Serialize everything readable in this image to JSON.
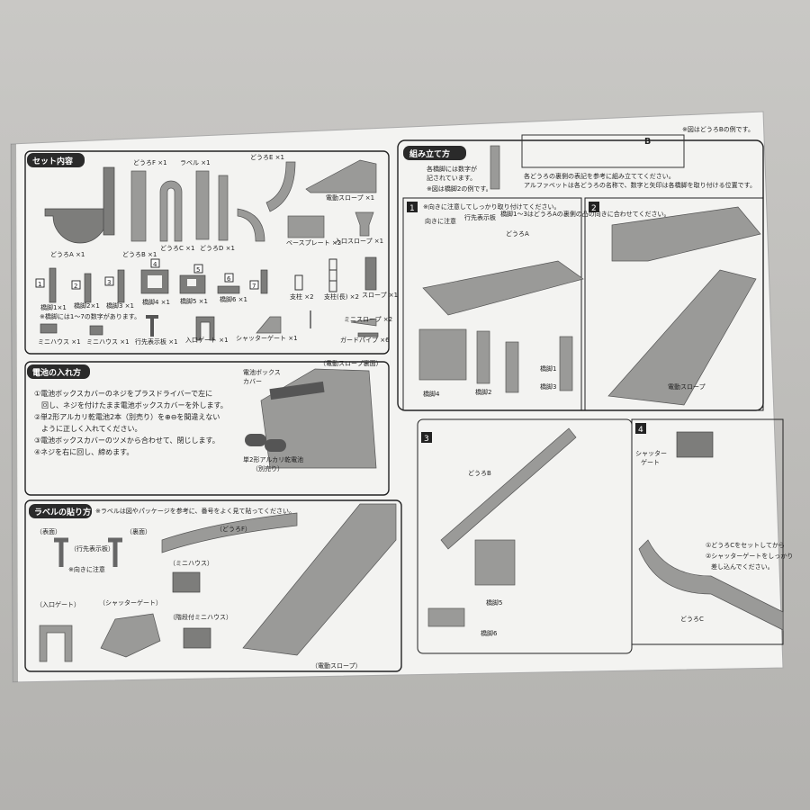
{
  "sections": {
    "set_contents": {
      "title": "セット内容",
      "parts": [
        "どうろF ×1",
        "ラベル ×1",
        "どうろA ×1",
        "どうろB ×1",
        "どうろC ×1",
        "どうろD ×1",
        "どうろE ×1",
        "ベースプレート ×2",
        "入口スロープ ×1",
        "電動スロープ ×1",
        "橋脚1×1",
        "橋脚2×1",
        "橋脚3 ×1",
        "橋脚4 ×1",
        "橋脚5 ×1",
        "橋脚6 ×1",
        "支柱 ×2",
        "支柱(長) ×2",
        "スロープ ×1",
        "ミニスロープ ×2",
        "ミニハウス ×1",
        "ミニハウス ×1",
        "行先表示板 ×1",
        "入口ゲート ×1",
        "シャッターゲート ×1",
        "ガードパイプ ×6"
      ],
      "note": "※橋脚には1〜7の数字があります。"
    },
    "battery": {
      "title": "電池の入れ方",
      "steps": [
        "①電池ボックスカバーのネジをプラスドライバーで左に",
        "回し、ネジを付けたまま電池ボックスカバーを外します。",
        "②単2形アルカリ乾電池2本（別売り）を⊕⊖を間違えない",
        "ように正しく入れてください。",
        "③電池ボックスカバーのツメから合わせて、閉じします。",
        "④ネジを右に回し、締めます。"
      ],
      "labels": {
        "cover": "電池ボックス",
        "cover2": "カバー",
        "ramp_back": "（電動スロープ裏面）",
        "battery": "単2形アルカリ乾電池",
        "sold_sep": "（別売り）"
      }
    },
    "labels_guide": {
      "title": "ラベルの貼り方",
      "note": "※ラベルは図やパッケージを参考に、番号をよく見て貼ってください。",
      "items": {
        "sign_front": "（表面）",
        "sign_back": "（裏面）",
        "dest_board": "（行先表示板）",
        "front_note": "※向きに注意",
        "road_f": "（どうろF）",
        "mini_house": "（ミニハウス）",
        "mini_house2": "（階段付ミニハウス）",
        "entrance_gate": "（入口ゲート）",
        "shutter_gate": "（シャッターゲート）",
        "motor_ramp": "（電動スロープ）"
      }
    },
    "assembly": {
      "title": "組み立て方",
      "intro": [
        "各橋脚には数字が",
        "記されています。",
        "※図は橋脚2の例です。"
      ],
      "intro2": [
        "各どうろの裏側の表記を参考に組み立ててください。",
        "アルファベットは各どうろの名称で、数字と矢印は各橋脚を取り付ける位置です。"
      ],
      "road_example": "※図はどうろBの例です。",
      "road_letter": "B",
      "steps": [
        {
          "number": "1",
          "note": "※向きに注意してしっかり取り付けてください。",
          "labels": {
            "dir": "向きに注意",
            "dest": "行先表示板",
            "pier13": "橋脚1〜3はどうろAの裏側の凸の向きに合わせてください。",
            "road_a": "どうろA",
            "pier4": "橋脚4",
            "pier2": "橋脚2",
            "pier3": "橋脚3",
            "pier1": "橋脚1"
          }
        },
        {
          "number": "2",
          "labels": {
            "ramp": "電動スロープ"
          }
        },
        {
          "number": "3",
          "labels": {
            "road_b": "どうろB",
            "pier5": "橋脚5",
            "pier6": "橋脚6"
          }
        },
        {
          "number": "4",
          "labels": {
            "shutter": "シャッター",
            "gate": "ゲート",
            "road_c": "どうろC",
            "step1": "①どうろCをセットしてから",
            "step2": "②シャッターゲートをしっかり",
            "step2b": "差し込んでください。"
          }
        }
      ]
    }
  }
}
